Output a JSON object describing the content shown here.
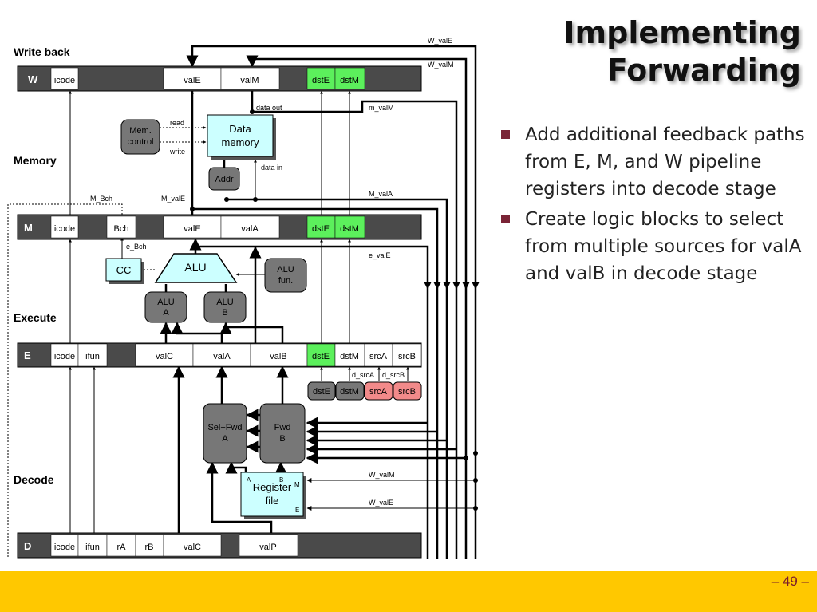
{
  "slide": {
    "title_line1": "Implementing",
    "title_line2": "Forwarding",
    "bullets": [
      "Add additional feedback paths from E, M, and W pipeline registers into decode stage",
      "Create logic blocks to select from multiple sources for valA and valB in decode stage"
    ],
    "page_number": "– 49 –"
  },
  "diagram": {
    "stages": {
      "write_back": "Write back",
      "memory": "Memory",
      "execute": "Execute",
      "decode": "Decode"
    },
    "registers": {
      "W": [
        "W",
        "icode",
        "valE",
        "valM",
        "dstE",
        "dstM"
      ],
      "M": [
        "M",
        "icode",
        "Bch",
        "valE",
        "valA",
        "dstE",
        "dstM"
      ],
      "E": [
        "E",
        "icode",
        "ifun",
        "valC",
        "valA",
        "valB",
        "dstE",
        "dstM",
        "srcA",
        "srcB"
      ],
      "D": [
        "D",
        "icode",
        "ifun",
        "rA",
        "rB",
        "valC",
        "valP"
      ]
    },
    "blocks": {
      "mem_control": [
        "Mem.",
        "control"
      ],
      "data_memory": [
        "Data",
        "memory"
      ],
      "addr": "Addr",
      "alu": "ALU",
      "alu_fun": [
        "ALU",
        "fun."
      ],
      "cc": "CC",
      "alu_a": [
        "ALU",
        "A"
      ],
      "alu_b": [
        "ALU",
        "B"
      ],
      "sel_fwd_a": [
        "Sel+Fwd",
        "A"
      ],
      "fwd_b": [
        "Fwd",
        "B"
      ],
      "register_file": [
        "Register",
        "file"
      ],
      "rf_ports": [
        "A",
        "B",
        "M",
        "E"
      ],
      "decode_dst": [
        "dstE",
        "dstM",
        "srcA",
        "srcB"
      ]
    },
    "signals": {
      "w_vale": "W_valE",
      "w_valm": "W_valM",
      "m_valm": "m_valM",
      "m_vala": "M_valA",
      "m_vale": "M_valE",
      "m_bch": "M_Bch",
      "e_vale": "e_valE",
      "e_bch": "e_Bch",
      "data_out": "data out",
      "data_in": "data in",
      "read": "read",
      "write": "write",
      "d_srca": "d_srcA",
      "d_srcb": "d_srcB"
    },
    "colors": {
      "dark": "#4a4a4a",
      "green": "#5cf05c",
      "pink": "#f28a8a",
      "cyan": "#ccffff",
      "gray_block": "#777777"
    }
  }
}
